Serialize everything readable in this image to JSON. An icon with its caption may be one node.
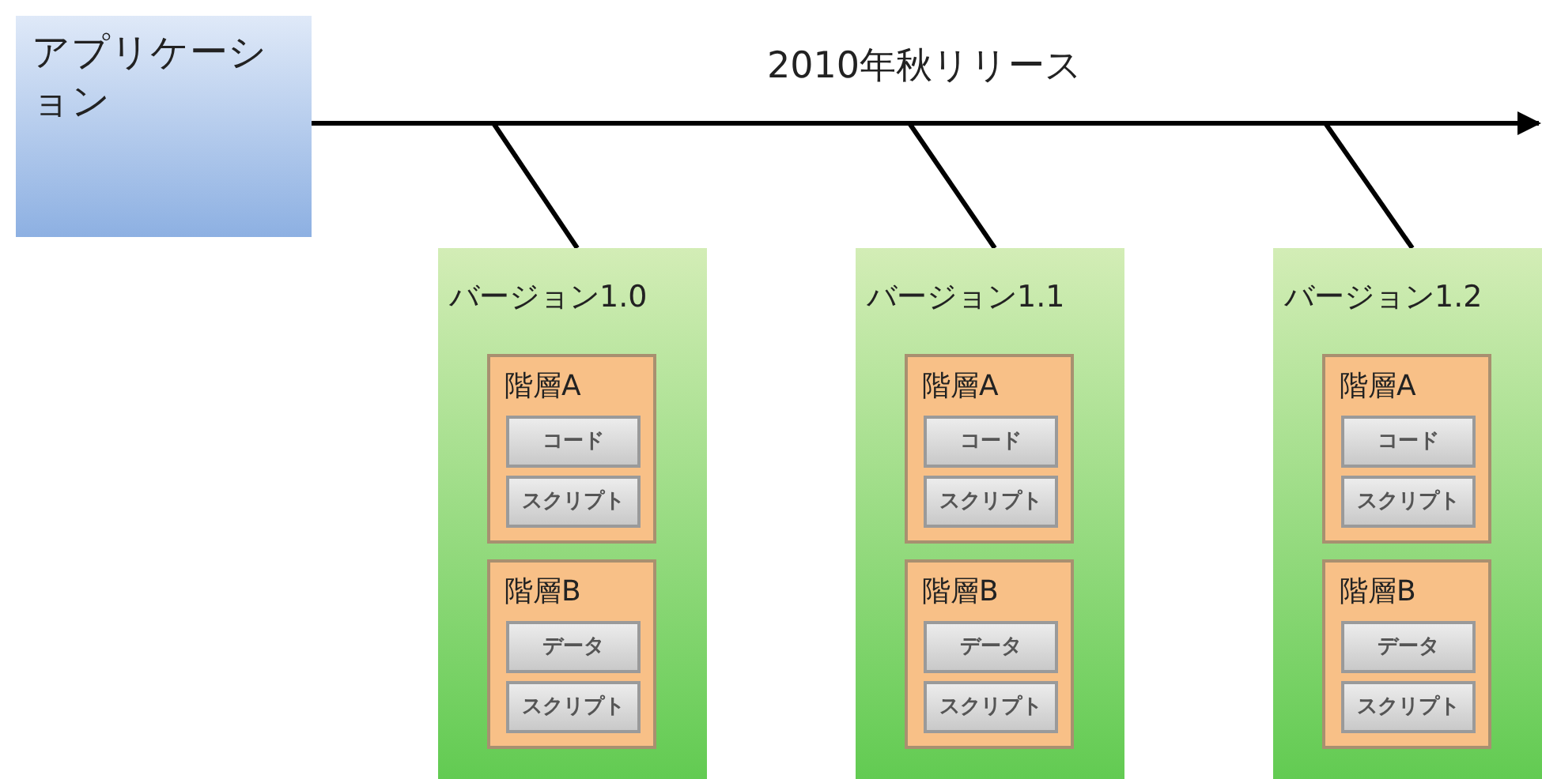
{
  "diagram": {
    "nodes": [
      {
        "text": [
          "アプリケーション"
        ]
      },
      {
        "text": [
          "バージョン1.0"
        ]
      },
      {
        "text": [
          "階層A"
        ],
        "in": 1
      },
      {
        "text": [
          "コード"
        ],
        "in": 2
      },
      {
        "text": [
          "スクリプト"
        ],
        "in": 2
      },
      {
        "text": [
          "階層B"
        ],
        "in": 1
      },
      {
        "text": [
          "データ"
        ],
        "in": 5
      },
      {
        "text": [
          "スクリプト"
        ],
        "in": 5
      },
      {
        "text": [
          "バージョン1.1"
        ]
      },
      {
        "text": [
          "階層A"
        ],
        "in": 8
      },
      {
        "text": [
          "コード"
        ],
        "in": 9
      },
      {
        "text": [
          "スクリプト"
        ],
        "in": 9
      },
      {
        "text": [
          "階層B"
        ],
        "in": 8
      },
      {
        "text": [
          "データ"
        ],
        "in": 12
      },
      {
        "text": [
          "スクリプト"
        ],
        "in": 12
      },
      {
        "text": [
          "バージョン1.2"
        ]
      },
      {
        "text": [
          "階層A"
        ],
        "in": 15
      },
      {
        "text": [
          "コード"
        ],
        "in": 16
      },
      {
        "text": [
          "スクリプト"
        ],
        "in": 16
      },
      {
        "text": [
          "階層B"
        ],
        "in": 15
      },
      {
        "text": [
          "データ"
        ],
        "in": 19
      },
      {
        "text": [
          "スクリプト"
        ],
        "in": 19
      }
    ],
    "edges": [
      {
        "from": 0,
        "to": null,
        "arrow": "to",
        "label": "2010年秋リリース"
      },
      {
        "from": null,
        "to": 1,
        "arrow": "none"
      },
      {
        "from": null,
        "to": 8,
        "arrow": "none"
      },
      {
        "from": null,
        "to": 15,
        "arrow": "none"
      }
    ]
  }
}
